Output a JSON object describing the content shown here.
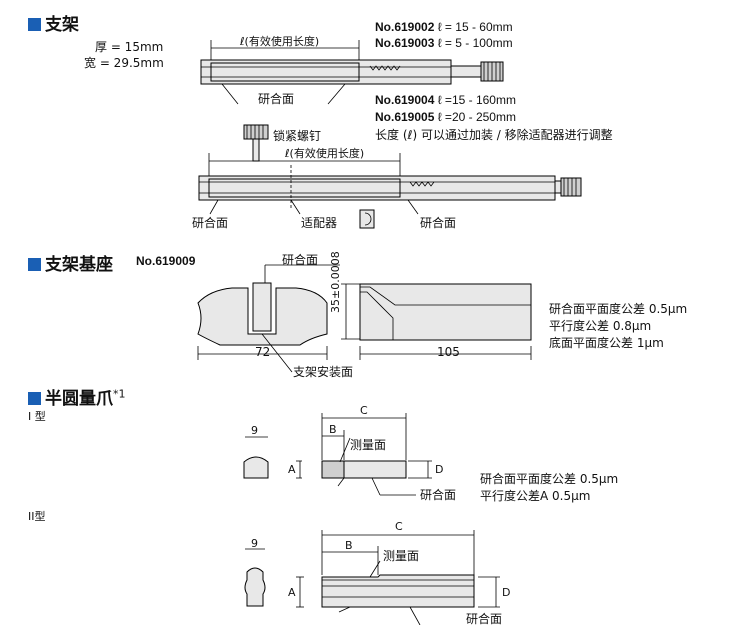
{
  "stand": {
    "title": "支架",
    "thickness": "厚 = 15mm",
    "width": "宽 = 29.5mm",
    "effective_length": "ℓ(有效使用长度)",
    "lapped_face": "研合面",
    "models_1": [
      {
        "no": "No.619002",
        "range": "ℓ = 15 - 60mm"
      },
      {
        "no": "No.619003",
        "range": "ℓ = 5 - 100mm"
      }
    ],
    "models_2": [
      {
        "no": "No.619004",
        "range": "ℓ =15 - 160mm"
      },
      {
        "no": "No.619005",
        "range": "ℓ =20 - 250mm"
      }
    ],
    "adjust_note": "长度 (ℓ) 可以通过加装 / 移除适配器进行调整",
    "lock_screw": "锁紧螺钉",
    "effective_length_2": "ℓ(有效使用长度)",
    "label_lapped_left": "研合面",
    "label_adapter": "适配器",
    "label_lapped_right": "研合面"
  },
  "base": {
    "title": "支架基座",
    "model": "No.619009",
    "lapped_face": "研合面",
    "height_dim": "35±0.0008",
    "width_left": "72",
    "width_right": "105",
    "mount_face": "支架安装面",
    "spec_1": "研合面平面度公差 0.5μm",
    "spec_2": "平行度公差 0.8μm",
    "spec_3": "底面平面度公差 1μm"
  },
  "jaw": {
    "title": "半圆量爪",
    "footnote": "*1",
    "type1": "I 型",
    "type2": "II型",
    "dim_9a": "9",
    "dim_c1": "C",
    "dim_b1": "B",
    "meas_face_1": "测量面",
    "dim_a1": "A",
    "dim_d1": "D",
    "spec_1": "研合面平面度公差 0.5μm",
    "lapped_1": "研合面",
    "spec_2": "平行度公差A 0.5μm",
    "dim_9b": "9",
    "dim_c2": "C",
    "dim_b2": "B",
    "meas_face_2": "测量面",
    "dim_a2": "A",
    "dim_d2": "D",
    "lapped_2": "研合面"
  }
}
